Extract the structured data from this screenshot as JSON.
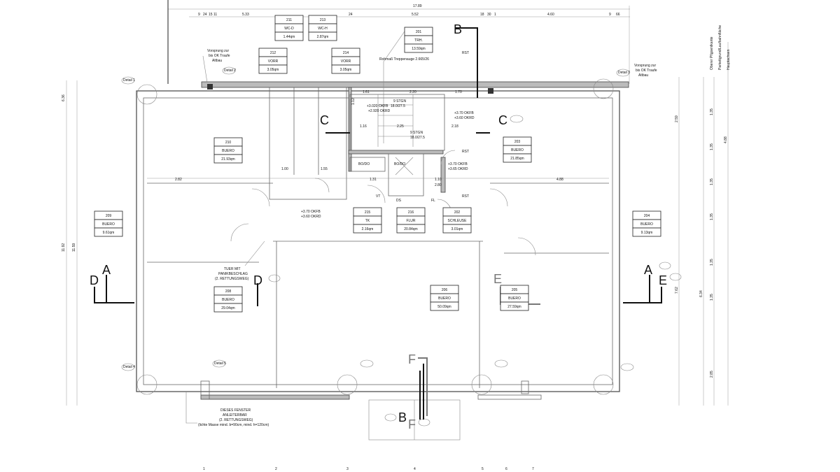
{
  "rooms": [
    {
      "id": "r211",
      "num": "211",
      "name": "WC-D",
      "area": "1.44qm"
    },
    {
      "id": "r213",
      "num": "213",
      "name": "WC-H",
      "area": "2.87qm"
    },
    {
      "id": "r201",
      "num": "201",
      "name": "TRH.",
      "area": "13.59qm"
    },
    {
      "id": "r212",
      "num": "212",
      "name": "VORR",
      "area": "3.05qm"
    },
    {
      "id": "r214",
      "num": "214",
      "name": "VORR",
      "area": "3.05qm"
    },
    {
      "id": "r210",
      "num": "210",
      "name": "BUERO",
      "area": "21.93qm"
    },
    {
      "id": "r203",
      "num": "203",
      "name": "BUERO",
      "area": "21.85qm"
    },
    {
      "id": "r209",
      "num": "209",
      "name": "BUERO",
      "area": "9.61qm"
    },
    {
      "id": "r204",
      "num": "204",
      "name": "BUERO",
      "area": "9.13qm"
    },
    {
      "id": "r215",
      "num": "215",
      "name": "TK",
      "area": "2.16qm"
    },
    {
      "id": "r216",
      "num": "216",
      "name": "FLUR",
      "area": "20.84qm"
    },
    {
      "id": "r202",
      "num": "202",
      "name": "SCHLEUSE",
      "area": "3.01qm"
    },
    {
      "id": "r208",
      "num": "208",
      "name": "BUERO",
      "area": "29.04qm"
    },
    {
      "id": "r206",
      "num": "206",
      "name": "BUERO",
      "area": "50.09qm"
    },
    {
      "id": "r205",
      "num": "205",
      "name": "BUERO",
      "area": "27.59qm"
    }
  ],
  "section_letters": {
    "A": "A",
    "B": "B",
    "C": "C",
    "D": "D",
    "E": "E",
    "F": "F"
  },
  "annotations": {
    "vorsprung_left": [
      "Vorsprung zur",
      "bis OK Traufe",
      "Altbau"
    ],
    "vorsprung_right": [
      "Vorsprung zur",
      "bis OK Traufe",
      "Altbau"
    ],
    "rohmass": "Rohmaß Treppenauge 2.665/26",
    "tuer": [
      "TUER MIT",
      "PANIKBESCHLAG",
      "(2. RETTUNGSWEG)"
    ],
    "fenster": [
      "DIESES FENSTER",
      "ANLEITERBAR",
      "(2. RETTUNGSWEG)",
      "(lichte Masse mind. b=90cm, mind. h=120cm)"
    ],
    "okfb_1": [
      "+3.020 OKFB",
      "+2.920 OKRD"
    ],
    "okfb_2": [
      "+3.70 OKFB",
      "+3.60 OKRD"
    ],
    "okfb_3": [
      "+3.70 OKFB",
      "+3.65 OKRD"
    ],
    "okfb_4": [
      "+3.70 OKFB",
      "+3.60 OKRD"
    ],
    "stgn_1": [
      "9 STGN",
      "18.0/27.5"
    ],
    "stgn_2": [
      "9 STGN",
      "18.0/27.5"
    ],
    "rst": "RST",
    "vt": "VT",
    "bodo": "BO/DO",
    "fl": "FL",
    "ds": "DS"
  },
  "dims_top": {
    "total": "17.89",
    "row": [
      "9",
      "24",
      "15",
      "11",
      "5.33",
      "24",
      "5.52",
      "18",
      "30",
      "1",
      "4.60",
      "9",
      "66"
    ]
  },
  "dims_left": [
    "6.36",
    "11.92",
    "11.59"
  ],
  "dims_right": {
    "labels": [
      "Oberer Pfigoentkante",
      "Parkettgrund/Laufbahnfläche",
      "Hauptachsen"
    ],
    "vals": [
      "2.59",
      "1.35",
      "1.35",
      "1.35",
      "1.35",
      "1.35",
      "1.35",
      "2.85",
      "4.88",
      "7.62",
      "6.34"
    ]
  },
  "interior_dims": [
    "1.61",
    "2.20",
    "1.70",
    "1.16",
    "2.25",
    "2.18",
    "2.82",
    "4.88",
    "1.00",
    "1.55",
    "1.31",
    "1.10",
    "2.80",
    "1.12"
  ],
  "detail_marks": [
    "Detail 1",
    "Detail 2",
    "Detail 3",
    "Detail 4",
    "Detail 5"
  ],
  "bottom_axis": [
    "1",
    "2",
    "3",
    "4",
    "5",
    "6",
    "7"
  ]
}
